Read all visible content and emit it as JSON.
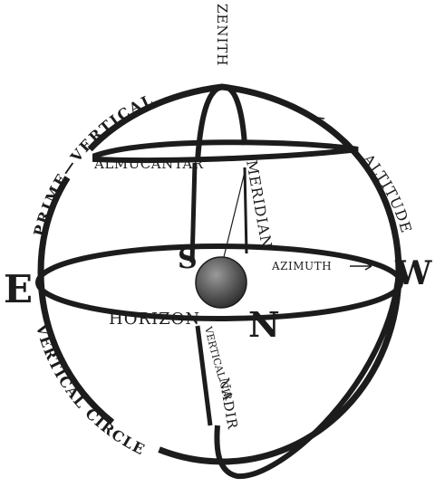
{
  "labels": {
    "zenith": "ZENITH",
    "prime_vertical": "PRIME—VERTICAL",
    "almucantar": "ALMUCANTAR",
    "meridian": "MERIDIAN",
    "altitude": "ALTITUDE",
    "azimuth": "AZIMUTH",
    "east": "E",
    "west": "W",
    "south": "S",
    "north": "N",
    "horizon": "HORIZON",
    "vertical_circle_inner": "VERTICAL CIRCLE",
    "vertical_circle_outer": "VERTICAL CIRCLE",
    "nadir": "NADIR"
  },
  "colors": {
    "ink": "#1c1c1c",
    "earth_dark": "#3a3a3a",
    "earth_light": "#8a8a8a",
    "background": "#ffffff"
  },
  "icons": {
    "earth": "globe-icon",
    "arrow_altitude": "arrow-icon",
    "arrow_azimuth": "arrow-icon"
  }
}
